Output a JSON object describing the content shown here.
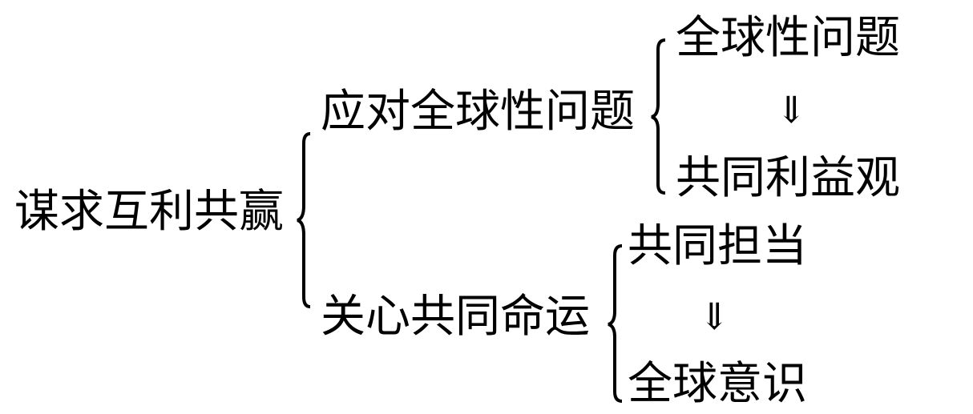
{
  "root": "谋求互利共赢",
  "branches": [
    {
      "label": "应对全球性问题",
      "top": "全球性问题",
      "arrow": "⇓",
      "bottom": "共同利益观"
    },
    {
      "label": "关心共同命运",
      "top": "共同担当",
      "arrow": "⇓",
      "bottom": "全球意识"
    }
  ]
}
